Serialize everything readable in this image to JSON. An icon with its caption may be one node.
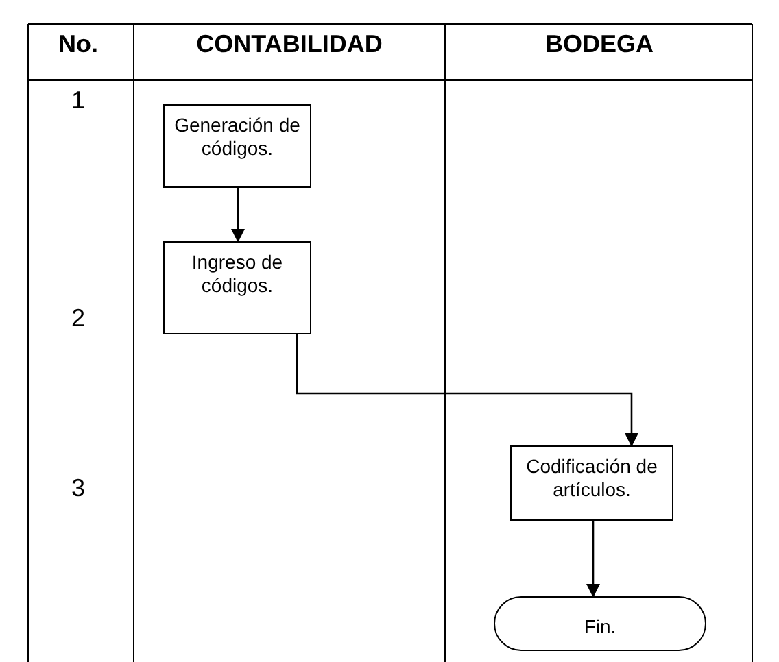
{
  "diagram": {
    "nodes": [
      {
        "text": [
          "Generación de códigos."
        ]
      },
      {
        "text": [
          "Ingreso de códigos."
        ]
      },
      {
        "text": [
          "Codificación de artículos."
        ]
      },
      {
        "text": [
          "Fin."
        ]
      }
    ],
    "edges": [
      {
        "from": 0,
        "to": 1,
        "arrow": "to"
      },
      {
        "from": 1,
        "to": 2,
        "arrow": "to"
      },
      {
        "from": 2,
        "to": 3,
        "arrow": "to"
      }
    ],
    "labels": [
      "No.",
      "CONTABILIDAD",
      "BODEGA",
      "1",
      "2",
      "3"
    ]
  }
}
